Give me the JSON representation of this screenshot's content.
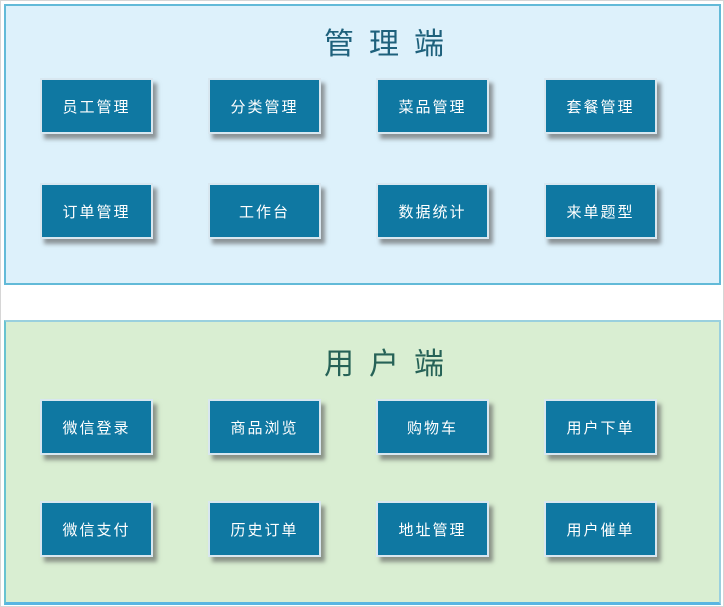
{
  "diagram": {
    "sections": [
      {
        "id": "admin",
        "title": "管理端",
        "items": [
          "员工管理",
          "分类管理",
          "菜品管理",
          "套餐管理",
          "订单管理",
          "工作台",
          "数据统计",
          "来单题型"
        ],
        "colors": {
          "background": "#ddf1fb",
          "border": "#62bad8",
          "title_text": "#1e617c"
        }
      },
      {
        "id": "user",
        "title": "用户端",
        "items": [
          "微信登录",
          "商品浏览",
          "购物车",
          "用户下单",
          "微信支付",
          "历史订单",
          "地址管理",
          "用户催单"
        ],
        "colors": {
          "background": "#d9eed2",
          "border": "#9ad0de",
          "title_text": "#266257"
        }
      }
    ],
    "node_style": {
      "background": "#0f78a2",
      "border": "#d8e7f0",
      "text_color": "#ffffff",
      "shadow_color": "#555555"
    }
  }
}
